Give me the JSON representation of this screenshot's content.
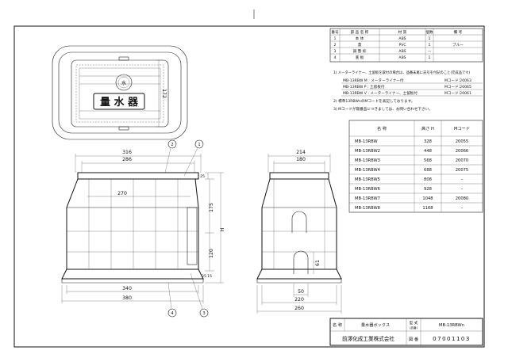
{
  "parts_table": {
    "headers": [
      "番号",
      "部 品 名 称",
      "材 質",
      "個数",
      "備 考"
    ],
    "rows": [
      {
        "no": "1",
        "name": "本 体",
        "material": "ABS",
        "qty": "1",
        "note": ""
      },
      {
        "no": "2",
        "name": "蓋",
        "material": "PVC",
        "qty": "1",
        "note": "ブルー"
      },
      {
        "no": "3",
        "name": "調 整 枠",
        "material": "ABS",
        "qty": "—",
        "note": ""
      },
      {
        "no": "4",
        "name": "底 板",
        "material": "ABS",
        "qty": "1",
        "note": ""
      }
    ]
  },
  "notes": {
    "note1": "1) メーターライナー、土留板を取付の場合は、品番末尾に記号を付記のこと(完成品です)",
    "variant_m": "MB-13RBW M : メーターライナー付",
    "variant_m_code": "Mコード:20063",
    "variant_p": "MB-13RBW P : 土留板付",
    "variant_p_code": "Mコード:20065",
    "variant_v": "MB-13RBW V : メーターライナー、土留板付",
    "variant_v_code": "Mコード:20061",
    "note2": "2) 標準13RBWnのMコードを表記しております。",
    "note3": "3) Mコードが無番品につきましては、お問い合わせ下さい。"
  },
  "model_table": {
    "headers": [
      "名 称",
      "高さ H",
      "Mコード"
    ],
    "rows": [
      {
        "name": "MB-13RBW",
        "h": "328",
        "code": "20055"
      },
      {
        "name": "MB-13RBW2",
        "h": "448",
        "code": "20066"
      },
      {
        "name": "MB-13RBW3",
        "h": "568",
        "code": "20070"
      },
      {
        "name": "MB-13RBW4",
        "h": "688",
        "code": "20075"
      },
      {
        "name": "MB-13RBW5",
        "h": "808",
        "code": "–"
      },
      {
        "name": "MB-13RBW6",
        "h": "928",
        "code": "–"
      },
      {
        "name": "MB-13RBW7",
        "h": "1048",
        "code": "20080"
      },
      {
        "name": "MB-13RBW8",
        "h": "1168",
        "code": "–"
      }
    ]
  },
  "title_block": {
    "name_label": "名 称",
    "name_value": "量水器ボックス",
    "model_label": "型 式",
    "model_sub": "(品番)",
    "model_value": "MB-13RBWn",
    "company": "前澤化成工業株式会社",
    "number_label": "図 番",
    "number_value": "07001103"
  },
  "lid": {
    "logo_mark": "水",
    "label": "量 水 器",
    "dim_172": "172"
  },
  "front_view": {
    "w316": "316",
    "w286": "286",
    "w270": "270",
    "w340": "340",
    "w380": "380",
    "h25a": "25",
    "h175": "175",
    "hH": "H",
    "h120": "120",
    "h25b": "25",
    "h15": "15"
  },
  "side_view": {
    "w214": "214",
    "w180": "180",
    "w220": "220",
    "w260": "260",
    "h61": "61",
    "h50": "50"
  },
  "callouts": [
    "1",
    "2",
    "3",
    "4"
  ],
  "colors": {
    "line": "#222222",
    "paper": "#ffffff"
  }
}
